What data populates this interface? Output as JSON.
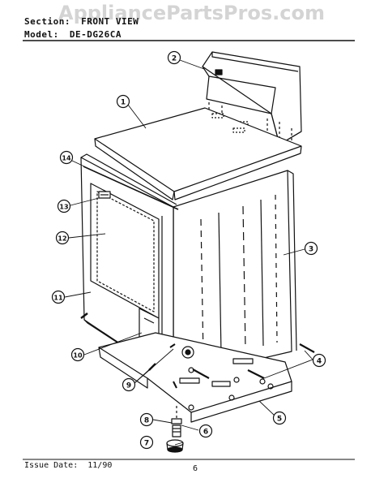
{
  "watermark": "AppliancePartsPros.com",
  "header": {
    "section_label": "Section:",
    "section_value": "FRONT VIEW",
    "model_label": "Model:",
    "model_value": "DE-DG26CA"
  },
  "callouts": [
    "1",
    "2",
    "3",
    "4",
    "5",
    "6",
    "7",
    "8",
    "9",
    "10",
    "11",
    "12",
    "13",
    "14"
  ],
  "footer": {
    "issue_label": "Issue Date:",
    "issue_value": "11/90",
    "page_number": "6"
  }
}
